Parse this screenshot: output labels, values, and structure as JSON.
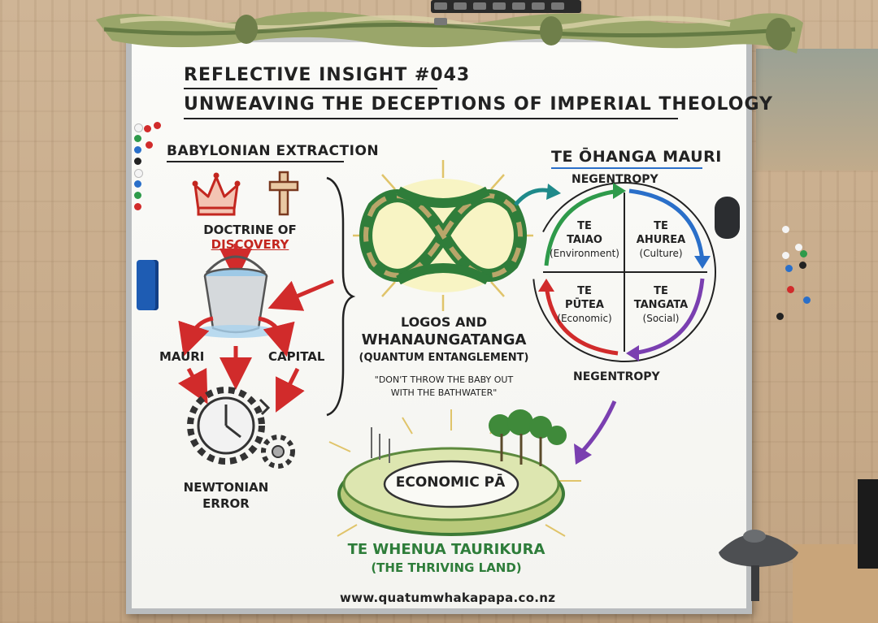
{
  "board": {
    "title_line1": "Reflective Insight #043",
    "title_line2": "Unweaving the Deceptions of Imperial Theology",
    "url": "www.quatumwhakapapa.co.nz"
  },
  "left": {
    "heading": "Babylonian Extraction",
    "doctrine_prefix": "Doctrine of",
    "doctrine_word": "Discovery",
    "mauri": "Mauri",
    "capital": "Capital",
    "newtonian_line1": "Newtonian",
    "newtonian_line2": "Error"
  },
  "center": {
    "logos_line1": "Logos and",
    "logos_line2": "Whanaungatanga",
    "logos_line3": "(Quantum Entanglement)",
    "quote_line1": "\"Don't throw the baby out",
    "quote_line2": "with the bathwater\""
  },
  "right": {
    "heading": "Te Ōhanga Mauri",
    "top_label": "Negentropy",
    "bottom_label": "Negentropy",
    "quadrants": [
      {
        "title1": "Te",
        "title2": "Taiao",
        "sub": "(Environment)",
        "color": "#2e9a4a"
      },
      {
        "title1": "Te",
        "title2": "Ahurea",
        "sub": "(Culture)",
        "color": "#2a6fc9"
      },
      {
        "title1": "Te",
        "title2": "Pūtea",
        "sub": "(Economic)",
        "color": "#d12b2b"
      },
      {
        "title1": "Te",
        "title2": "Tangata",
        "sub": "(Social)",
        "color": "#7a3fb0"
      }
    ]
  },
  "bottom": {
    "pa_label": "Economic Pā",
    "land_line1": "Te Whenua Taurikura",
    "land_line2": "(The Thriving Land)"
  },
  "colors": {
    "ink": "#222222",
    "red": "#c3261f",
    "green": "#2e8a45",
    "blue": "#2a6fc9",
    "purple": "#7a3fb0",
    "gold": "#d9b85a"
  }
}
